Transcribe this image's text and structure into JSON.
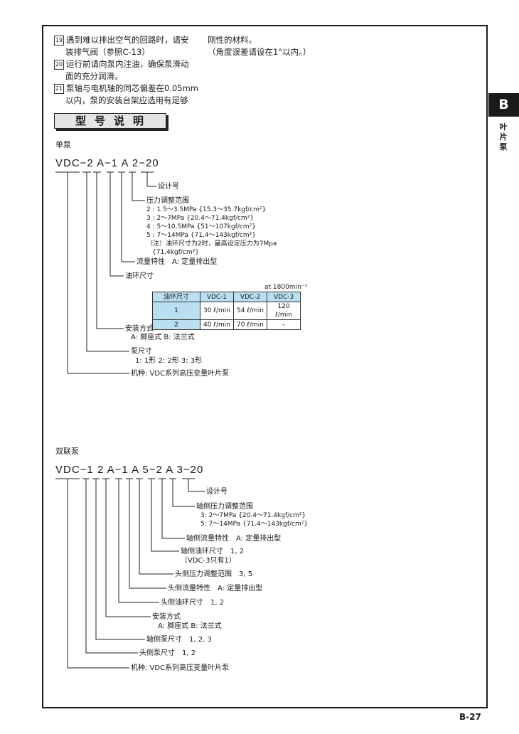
{
  "notes": {
    "n19_num": "19",
    "n19_l1": "遇到难以排出空气的回路时，请安",
    "n19_l2": "装排气阀（参照C-13）",
    "n20_num": "20",
    "n20_l1": "运行前请向泵内注油，确保泵滑动",
    "n20_l2": "面的充分润滑。",
    "n21_num": "21",
    "n21_l1": "泵轴与电机轴的同芯偏差在0.05mm",
    "n21_l2": "以内，泵的安装台架应选用有足够",
    "n21_l3": "刚性的材料。",
    "n21_l4": "（角度误差请设在1°以内。）"
  },
  "section_title": "型号说明",
  "single": {
    "label": "单泵",
    "code": "VDC−2 A−1 A 2−20",
    "design_no": "设计号",
    "pressure_title": "压力调整范围",
    "pressure_1": "2 : 1.5〜3.5MPa {15.3〜35.7kgf/cm²}",
    "pressure_2": "3 : 2〜7MPa {20.4〜71.4kgf/cm²}",
    "pressure_3": "4 : 5〜10.5MPa {51〜107kgf/cm²}",
    "pressure_4": "5 : 7〜14MPa {71.4〜143kgf/cm²}",
    "pressure_note_1": "（注）油环尺寸为2时，最高设定压力为7Mpa",
    "pressure_note_2": "{71.4kgf/cm²}",
    "flow": "流量特性　A:  定量排出型",
    "ring": "油环尺寸",
    "at_rpm": "at 1800min⁻¹",
    "mount_title": "安装方式",
    "mount_values": "A:  脚座式  B:  法兰式",
    "size_title": "泵尺寸",
    "size_values": "1:  1形  2:  2形  3:  3形",
    "model": "机种:  VDC系列高压变量叶片泵"
  },
  "ring_table": {
    "headers": [
      "油环尺寸",
      "VDC-1",
      "VDC-2",
      "VDC-3"
    ],
    "rows": [
      [
        "1",
        "30 ℓ/min",
        "54 ℓ/min",
        "120 ℓ/min"
      ],
      [
        "2",
        "40 ℓ/min",
        "70 ℓ/min",
        "–"
      ]
    ]
  },
  "double": {
    "label": "双联泵",
    "code": "VDC−1 2 A−1 A 5−2 A 3−20",
    "design_no": "设计号",
    "shaft_pressure_title": "轴侧压力调整范围",
    "shaft_pressure_1": "3: 2〜7MPa {20.4〜71.4kgf/cm²}",
    "shaft_pressure_2": "5: 7〜14MPa {71.4〜143kgf/cm²}",
    "shaft_flow": "轴侧流量特性　A:  定量排出型",
    "shaft_ring_1": "轴侧油环尺寸　1, 2",
    "shaft_ring_2": "（VDC-3只有1）",
    "head_pressure": "头侧压力调整范围　3, 5",
    "head_flow": "头侧流量特性　A:  定量排出型",
    "head_ring": "头侧油环尺寸　1, 2",
    "mount_title": "安装方式",
    "mount_values": "A:  脚座式  B:  法兰式",
    "shaft_size": "轴侧泵尺寸　1, 2, 3",
    "head_size": "头侧泵尺寸　1, 2",
    "model": "机种:  VDC系列高压变量叶片泵"
  },
  "side_tab": {
    "letter": "B",
    "caption": "叶片泵"
  },
  "page_number": "B-27"
}
